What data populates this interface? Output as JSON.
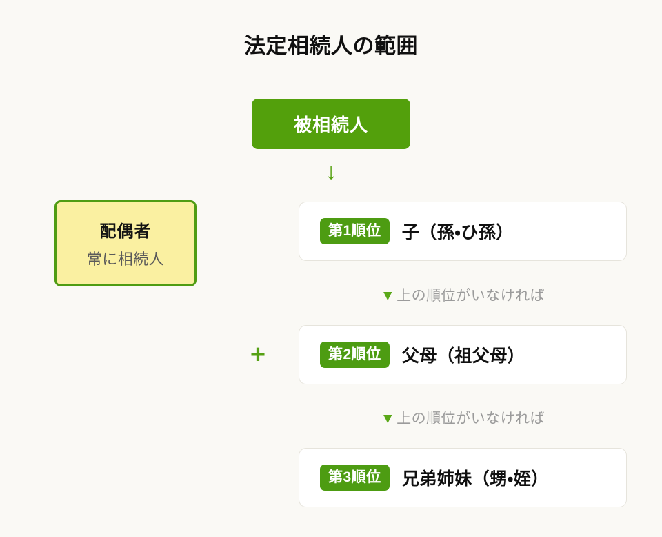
{
  "title": "法定相続人の範囲",
  "decedent": {
    "label": "被相続人",
    "arrow_icon": "down-arrow-icon",
    "arrow_glyph": "↓"
  },
  "spouse": {
    "title": "配偶者",
    "subtitle": "常に相続人"
  },
  "combine": {
    "plus_glyph": "+"
  },
  "ranks": [
    {
      "badge": "第1順位",
      "text": "子（孫・ひ孫）"
    },
    {
      "badge": "第2順位",
      "text": "父母（祖父母）"
    },
    {
      "badge": "第3順位",
      "text": "兄弟姉妹（甥・姪）"
    }
  ],
  "connectors": [
    {
      "triangle_glyph": "▼",
      "text": "上の順位がいなければ"
    },
    {
      "triangle_glyph": "▼",
      "text": "上の順位がいなければ"
    }
  ],
  "colors": {
    "background": "#faf9f5",
    "green_primary": "#53a00c",
    "green_badge": "#4d9c12",
    "yellow_fill": "#faf0a1",
    "yellow_border": "#4f9c13",
    "card_border": "#e6e4dc",
    "muted_text": "#9b9b9b"
  }
}
